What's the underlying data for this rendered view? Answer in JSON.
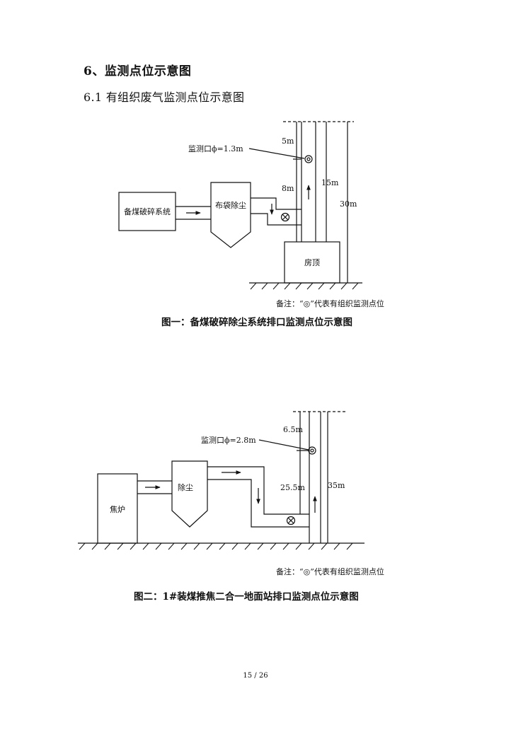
{
  "section": {
    "title": "6、监测点位示意图",
    "subtitle": "6.1 有组织废气监测点位示意图"
  },
  "figure1": {
    "box_source": "备煤破碎系统",
    "box_dust": "布袋除尘",
    "box_roof": "房顶",
    "sample_label": "监测口ϕ=1.3m",
    "dim_top": "5m",
    "dim_mid": "8m",
    "dim_stack": "15m",
    "dim_total": "30m",
    "note": "备注：“◎”代表有组织监测点位",
    "caption": "图一：备煤破碎除尘系统排口监测点位示意图"
  },
  "figure2": {
    "box_source": "焦炉",
    "box_dust": "除尘",
    "sample_label": "监测口ϕ=2.8m",
    "dim_top": "6.5m",
    "dim_mid": "25.5m",
    "dim_total": "35m",
    "note": "备注：“◎”代表有组织监测点位",
    "caption": "图二：1#装煤推焦二合一地面站排口监测点位示意图"
  },
  "footer": {
    "page_number": "15 / 26"
  }
}
